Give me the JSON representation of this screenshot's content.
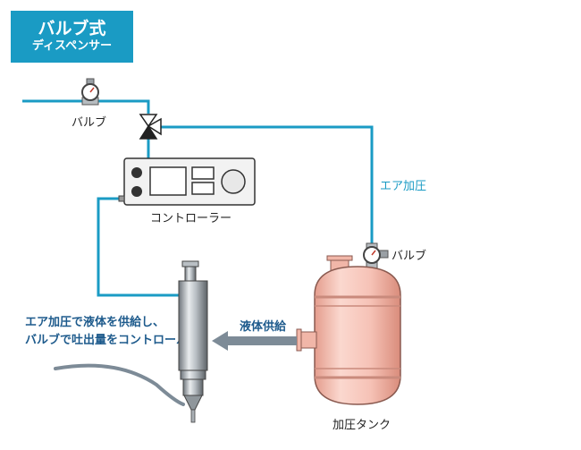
{
  "title": {
    "main": "バルブ式",
    "sub": "ディスペンサー"
  },
  "labels": {
    "valve_top": "バルブ",
    "controller": "コントローラー",
    "air_pressure": "エア加圧",
    "valve_tank": "バルブ",
    "liquid_supply": "液体供給",
    "description_line1": "エア加圧で液体を供給し、",
    "description_line2": "バルブで吐出量をコントロール",
    "tank": "加圧タンク"
  },
  "colors": {
    "pipe": "#1a9bc4",
    "title_bg": "#1a9bc4",
    "tank": "#f6c2b6",
    "arrow": "#7d8b97",
    "description_text": "#1d5a8c"
  }
}
